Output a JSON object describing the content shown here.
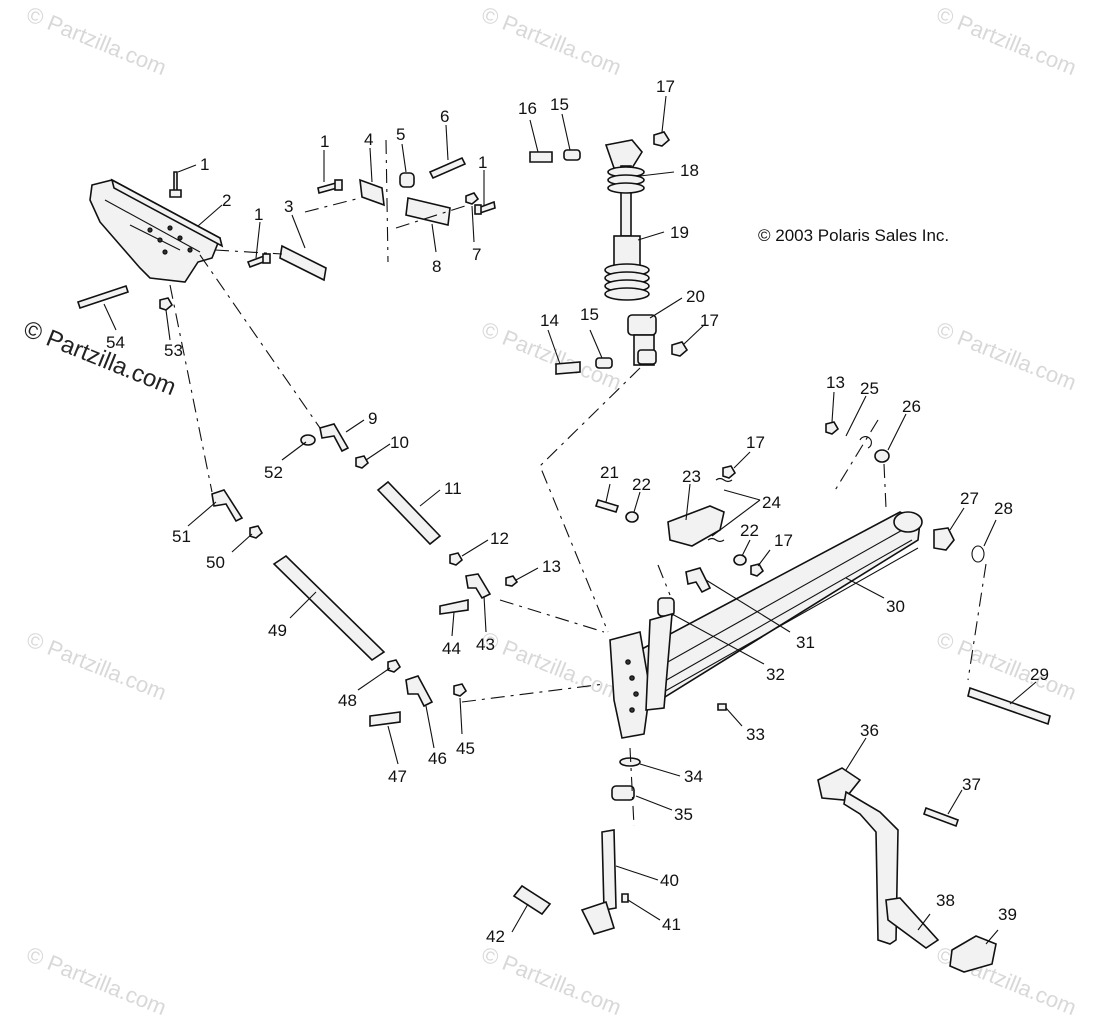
{
  "copyright": "© 2003 Polaris Sales Inc.",
  "watermark": "© Partzilla.com",
  "callouts": [
    "1",
    "2",
    "3",
    "4",
    "5",
    "6",
    "7",
    "8",
    "9",
    "10",
    "11",
    "12",
    "13",
    "14",
    "15",
    "16",
    "17",
    "18",
    "19",
    "20",
    "21",
    "22",
    "23",
    "24",
    "25",
    "26",
    "27",
    "28",
    "29",
    "30",
    "31",
    "32",
    "33",
    "34",
    "35",
    "36",
    "37",
    "38",
    "39",
    "40",
    "41",
    "42",
    "43",
    "44",
    "45",
    "46",
    "47",
    "48",
    "49",
    "50",
    "51",
    "52",
    "53",
    "54"
  ]
}
